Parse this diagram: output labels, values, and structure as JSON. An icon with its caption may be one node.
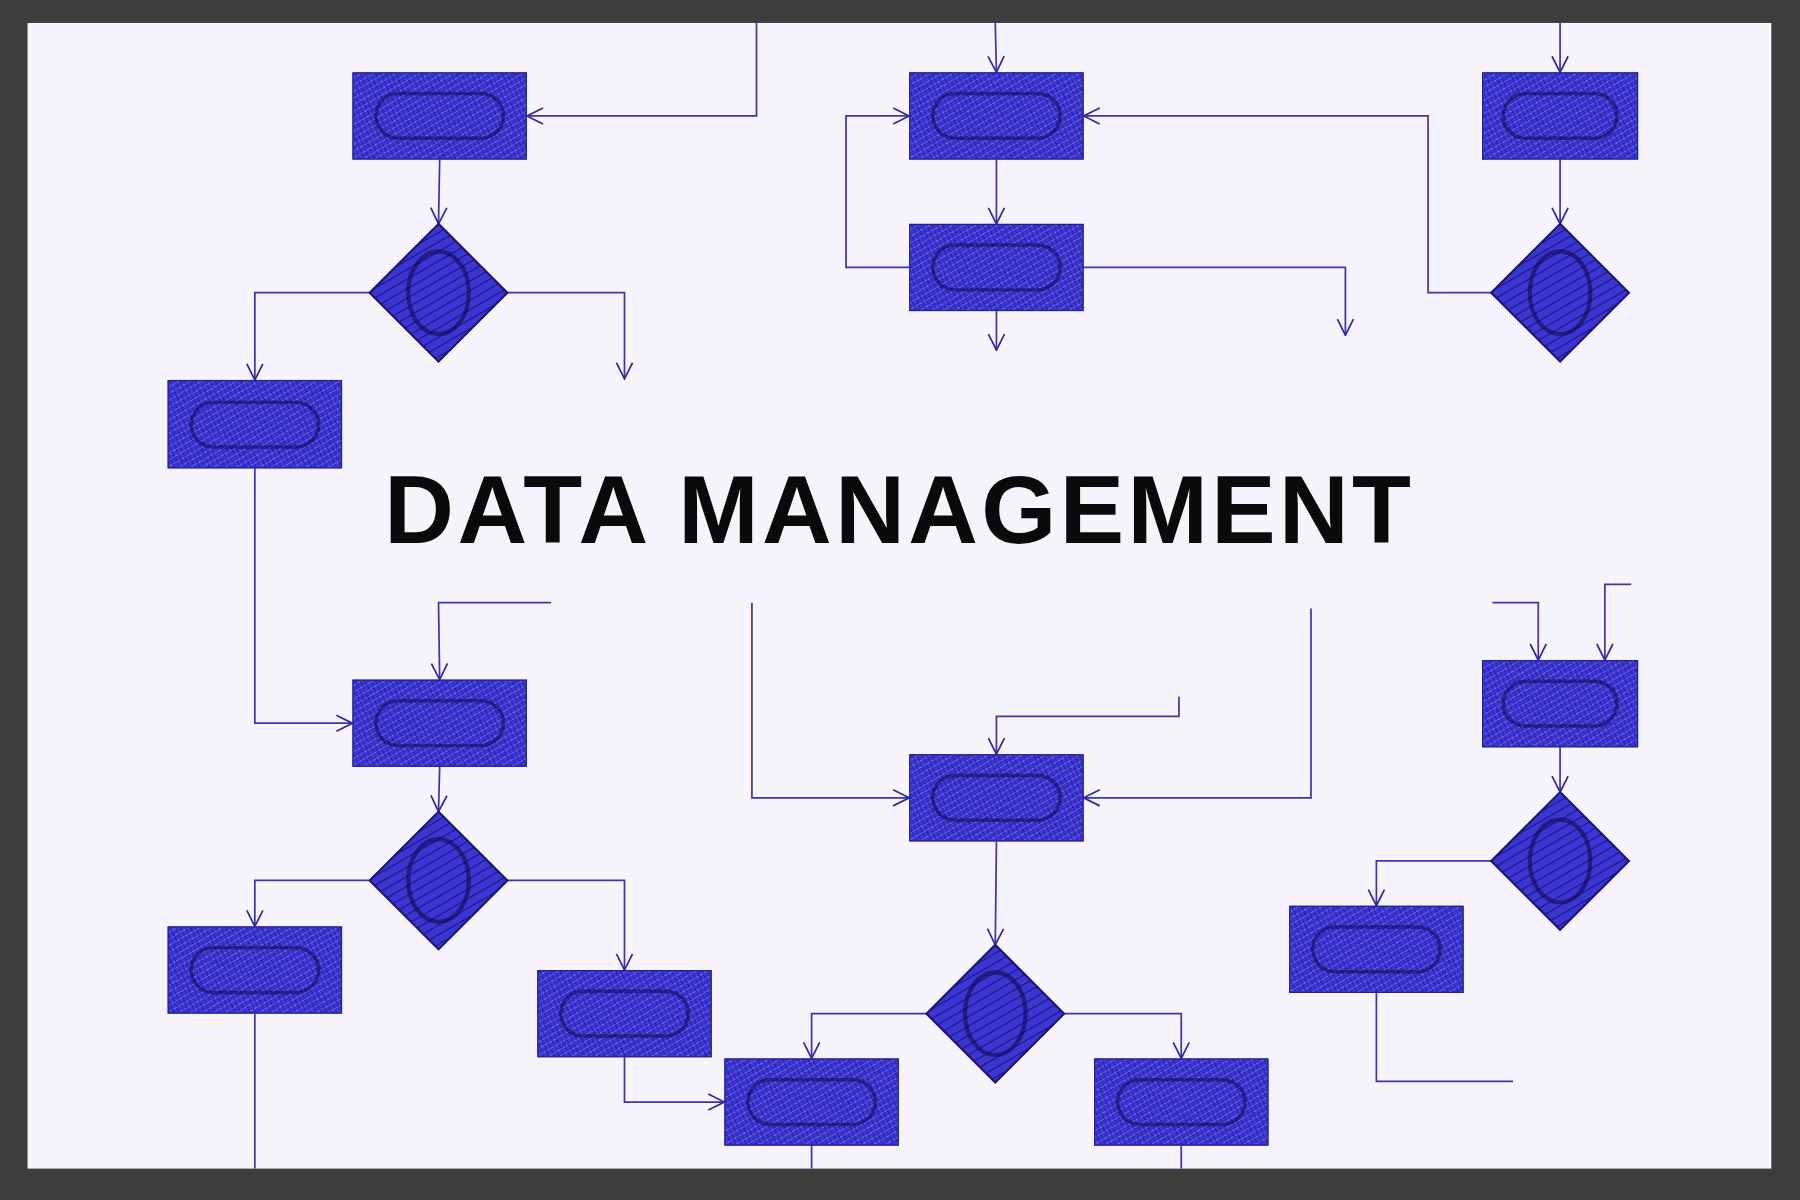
{
  "diagram": {
    "title": "DATA MANAGEMENT",
    "nodes": [
      {
        "text": [],
        "shape": "box"
      },
      {
        "text": [],
        "shape": "diamond"
      },
      {
        "text": [],
        "shape": "box"
      },
      {
        "text": [],
        "shape": "box"
      },
      {
        "text": [],
        "shape": "box"
      },
      {
        "text": [],
        "shape": "box"
      },
      {
        "text": [],
        "shape": "diamond"
      },
      {
        "text": [],
        "shape": "box"
      },
      {
        "text": [],
        "shape": "diamond"
      },
      {
        "text": [],
        "shape": "box"
      },
      {
        "text": [],
        "shape": "box"
      },
      {
        "text": [],
        "shape": "box"
      },
      {
        "text": [],
        "shape": "diamond"
      },
      {
        "text": [],
        "shape": "box"
      },
      {
        "text": [],
        "shape": "box"
      },
      {
        "text": [],
        "shape": "box"
      },
      {
        "text": [],
        "shape": "diamond"
      },
      {
        "text": [],
        "shape": "box"
      }
    ],
    "edges": [
      {
        "from": null,
        "to": 0,
        "arrow": "to"
      },
      {
        "from": 0,
        "to": 1,
        "arrow": "to"
      },
      {
        "from": 1,
        "to": 2,
        "arrow": "to"
      },
      {
        "from": 1,
        "to": null,
        "arrow": "to"
      },
      {
        "from": null,
        "to": 3,
        "arrow": "to"
      },
      {
        "from": 3,
        "to": 4,
        "arrow": "to"
      },
      {
        "from": 4,
        "to": 3,
        "arrow": "to"
      },
      {
        "from": 4,
        "to": null,
        "arrow": "to"
      },
      {
        "from": 4,
        "to": null,
        "arrow": "to"
      },
      {
        "from": 6,
        "to": 3,
        "arrow": "to"
      },
      {
        "from": null,
        "to": 5,
        "arrow": "to"
      },
      {
        "from": 5,
        "to": 6,
        "arrow": "to"
      },
      {
        "from": 2,
        "to": 7,
        "arrow": "to"
      },
      {
        "from": null,
        "to": 7,
        "arrow": "to"
      },
      {
        "from": 7,
        "to": 8,
        "arrow": "to"
      },
      {
        "from": 8,
        "to": 9,
        "arrow": "to"
      },
      {
        "from": 8,
        "to": 10,
        "arrow": "to"
      },
      {
        "from": 9,
        "to": null,
        "arrow": "none"
      },
      {
        "from": 10,
        "to": 13,
        "arrow": "to"
      },
      {
        "from": null,
        "to": 11,
        "arrow": "to"
      },
      {
        "from": null,
        "to": 11,
        "arrow": "to"
      },
      {
        "from": null,
        "to": 11,
        "arrow": "to"
      },
      {
        "from": 11,
        "to": 12,
        "arrow": "to"
      },
      {
        "from": 12,
        "to": 13,
        "arrow": "to"
      },
      {
        "from": 12,
        "to": 14,
        "arrow": "to"
      },
      {
        "from": 13,
        "to": null,
        "arrow": "none"
      },
      {
        "from": 14,
        "to": null,
        "arrow": "none"
      },
      {
        "from": null,
        "to": 15,
        "arrow": "to"
      },
      {
        "from": null,
        "to": 15,
        "arrow": "to"
      },
      {
        "from": 15,
        "to": 16,
        "arrow": "to"
      },
      {
        "from": 16,
        "to": 17,
        "arrow": "to"
      },
      {
        "from": 17,
        "to": null,
        "arrow": "none"
      }
    ]
  }
}
